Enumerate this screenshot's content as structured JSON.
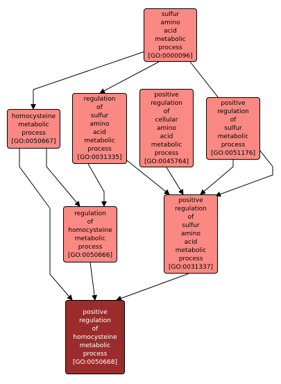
{
  "colors": {
    "node_fill": "#fa8983",
    "focus_fill": "#9b2c2c",
    "focus_text": "#ffffff",
    "edge": "#000000"
  },
  "nodes": [
    {
      "id": "GO:0000096",
      "lines": [
        "sulfur",
        "amino",
        "acid",
        "metabolic",
        "process",
        "[GO:0000096]"
      ]
    },
    {
      "id": "GO:0050667",
      "lines": [
        "homocysteine",
        "metabolic",
        "process",
        "[GO:0050667]"
      ]
    },
    {
      "id": "GO:0031335",
      "lines": [
        "regulation",
        "of",
        "sulfur",
        "amino",
        "acid",
        "metabolic",
        "process",
        "[GO:0031335]"
      ]
    },
    {
      "id": "GO:0045764",
      "lines": [
        "positive",
        "regulation",
        "of",
        "cellular",
        "amino",
        "acid",
        "metabolic",
        "process",
        "[GO:0045764]"
      ]
    },
    {
      "id": "GO:0051176",
      "lines": [
        "positive",
        "regulation",
        "of",
        "sulfur",
        "metabolic",
        "process",
        "[GO:0051176]"
      ]
    },
    {
      "id": "GO:0050666",
      "lines": [
        "regulation",
        "of",
        "homocysteine",
        "metabolic",
        "process",
        "[GO:0050666]"
      ]
    },
    {
      "id": "GO:0031337",
      "lines": [
        "positive",
        "regulation",
        "of",
        "sulfur",
        "amino",
        "acid",
        "metabolic",
        "process",
        "[GO:0031337]"
      ]
    },
    {
      "id": "GO:0050668",
      "lines": [
        "positive",
        "regulation",
        "of",
        "homocysteine",
        "metabolic",
        "process",
        "[GO:0050668]"
      ],
      "focus": true
    }
  ],
  "edges": [
    {
      "from": "GO:0000096",
      "to": "GO:0050667"
    },
    {
      "from": "GO:0000096",
      "to": "GO:0031335"
    },
    {
      "from": "GO:0000096",
      "to": "GO:0031337"
    },
    {
      "from": "GO:0050667",
      "to": "GO:0050666"
    },
    {
      "from": "GO:0050667",
      "to": "GO:0050668"
    },
    {
      "from": "GO:0031335",
      "to": "GO:0050666"
    },
    {
      "from": "GO:0031335",
      "to": "GO:0031337"
    },
    {
      "from": "GO:0045764",
      "to": "GO:0031337"
    },
    {
      "from": "GO:0051176",
      "to": "GO:0031337"
    },
    {
      "from": "GO:0050666",
      "to": "GO:0050668"
    },
    {
      "from": "GO:0031337",
      "to": "GO:0050668"
    }
  ]
}
